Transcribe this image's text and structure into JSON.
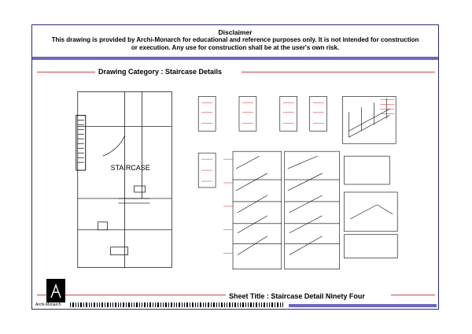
{
  "disclaimer": {
    "title": "Disclaimer",
    "text": "This drawing is provided by Archi-Monarch for educational and reference purposes only. It is not intended for construction or execution. Any use for construction shall be at the user's own risk."
  },
  "category": "Drawing Category : Staircase Details",
  "drawing": {
    "plan_label": "STAIRCASE"
  },
  "sheet_title": "Sheet Title : Staircase Detail Ninety Four",
  "brand": "Archi-Monarch",
  "colors": {
    "band": "#6a67c9",
    "rule": "#cc4444",
    "border": "#2a2a7a"
  }
}
